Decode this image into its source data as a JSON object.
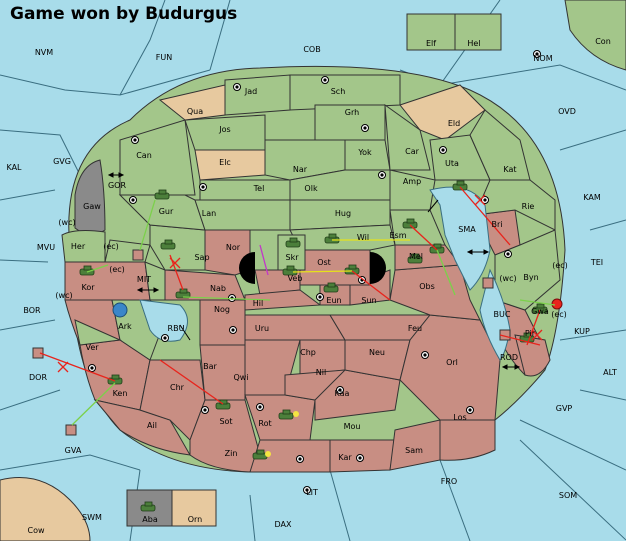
{
  "header": {
    "title": "Game won by Budurgus"
  },
  "provinces": {
    "NVM": "NVM",
    "FUN": "FUN",
    "COB": "COB",
    "NOM": "NOM",
    "Con": "Con",
    "Elf": "Elf",
    "Hel": "Hel",
    "KAL": "KAL",
    "GVG": "GVG",
    "GOR": "GOR",
    "Gaw": "Gaw",
    "wc1": "(wc)",
    "wc2": "(wc)",
    "MVU": "MVU",
    "Her": "Her",
    "ec1": "(ec)",
    "ec2": "(ec)",
    "ec3": "(ec)",
    "ec4": "(ec)",
    "wc3": "(wc)",
    "Kor": "Kor",
    "BOR": "BOR",
    "Ark": "Ark",
    "Ver": "Ver",
    "DOR": "DOR",
    "Ken": "Ken",
    "GVA": "GVA",
    "Ail": "Ail",
    "Chr": "Chr",
    "MIT": "MIT",
    "RBU": "RBU",
    "Gur": "Gur",
    "Can": "Can",
    "Sap": "Sap",
    "Nab": "Nab",
    "Nog": "Nog",
    "Hil": "Hil",
    "Nor": "Nor",
    "Skr": "Skr",
    "Veb": "Veb",
    "Ost": "Ost",
    "Eun": "Eun",
    "Sun": "Sun",
    "Jad": "Jad",
    "Sch": "Sch",
    "Qua": "Qua",
    "Jos": "Jos",
    "Grh": "Grh",
    "Eld": "Eld",
    "Yok": "Yok",
    "Car": "Car",
    "Uta": "Uta",
    "Elc": "Elc",
    "Nar": "Nar",
    "Olk": "Olk",
    "Amp": "Amp",
    "Tel": "Tel",
    "Lan": "Lan",
    "Hug": "Hug",
    "Wil": "Wil",
    "Esm": "Esm",
    "Mel": "Mel",
    "Obs": "Obs",
    "Kat": "Kat",
    "OVD": "OVD",
    "KAM": "KAM",
    "SMA": "SMA",
    "Rie": "Rie",
    "Bri": "Bri",
    "Byn": "Byn",
    "TEI": "TEI",
    "BUC": "BUC",
    "Gwa": "Gwa",
    "KUP": "KUP",
    "Pir": "Pir",
    "ROD": "ROD",
    "ALT": "ALT",
    "GVP": "GVP",
    "Uru": "Uru",
    "Feu": "Feu",
    "Chp": "Chp",
    "Neu": "Neu",
    "Orl": "Orl",
    "Bar": "Bar",
    "Qwi": "Qwi",
    "Nil": "Nil",
    "Kaa": "Kaa",
    "Los": "Los",
    "Sot": "Sot",
    "Rot": "Rot",
    "Mou": "Mou",
    "Zin": "Zin",
    "Kar": "Kar",
    "Sam": "Sam",
    "FRO": "FRO",
    "LIT": "LIT",
    "SOM": "SOM",
    "SWM": "SWM",
    "Aba": "Aba",
    "Orn": "Orn",
    "DAX": "DAX",
    "Cow": "Cow"
  },
  "colors": {
    "sea": "#a8dcea",
    "land_neutral": "#a3c68a",
    "land_owner": "#c88e83",
    "land_tan": "#e7c99f",
    "land_grey": "#8a8a8a",
    "order_red": "#e8241c",
    "order_green": "#7bd14a",
    "order_yellow": "#e6e21a",
    "order_magenta": "#c236c9"
  },
  "icons": [
    "army-icon",
    "fleet-icon",
    "supply-center-icon",
    "retreat-arrow-icon",
    "dislodged-unit-icon",
    "explosion-icon"
  ]
}
